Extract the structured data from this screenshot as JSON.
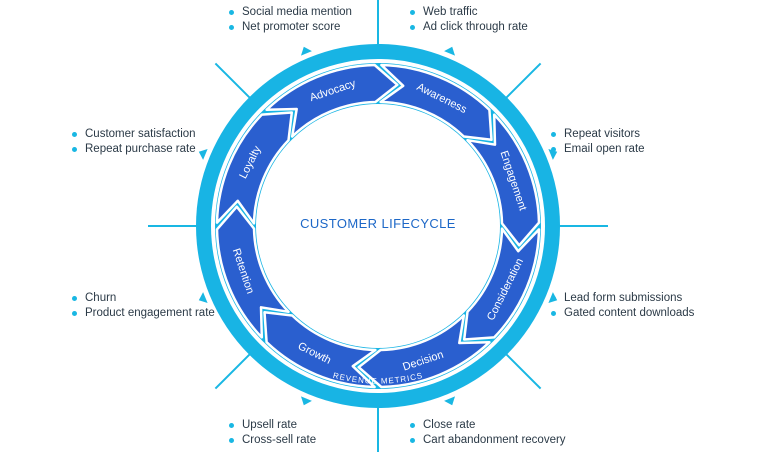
{
  "diagram": {
    "center_title": "CUSTOMER LIFECYCLE",
    "ring_label": "REVENUE METRICS",
    "stages": [
      "Awareness",
      "Engagement",
      "Consideration",
      "Decision",
      "Growth",
      "Retention",
      "Loyalty",
      "Advocacy"
    ],
    "metric_groups": [
      {
        "id": "awareness",
        "items": [
          "Web traffic",
          "Ad click through rate"
        ]
      },
      {
        "id": "engagement",
        "items": [
          "Repeat visitors",
          "Email open rate"
        ]
      },
      {
        "id": "consideration",
        "items": [
          "Lead form  submissions",
          "Gated content downloads"
        ]
      },
      {
        "id": "decision",
        "items": [
          "Close rate",
          "Cart abandonment recovery"
        ]
      },
      {
        "id": "growth",
        "items": [
          "Upsell rate",
          "Cross-sell rate"
        ]
      },
      {
        "id": "retention",
        "items": [
          "Churn",
          "Product engagement rate"
        ]
      },
      {
        "id": "loyalty",
        "items": [
          "Customer satisfaction",
          "Repeat purchase rate"
        ]
      },
      {
        "id": "advocacy",
        "items": [
          "Social media mention",
          "Net promoter score"
        ]
      }
    ],
    "colors": {
      "outer_ring": "#18b4e4",
      "inner_band": "#ffffff",
      "arrow_fill": "#2a5fcf",
      "arrow_text": "#ffffff",
      "connector": "#19b7e3",
      "title": "#1c67c7",
      "metric_text": "#2b3a47",
      "bullet": "#19b7e3"
    }
  }
}
